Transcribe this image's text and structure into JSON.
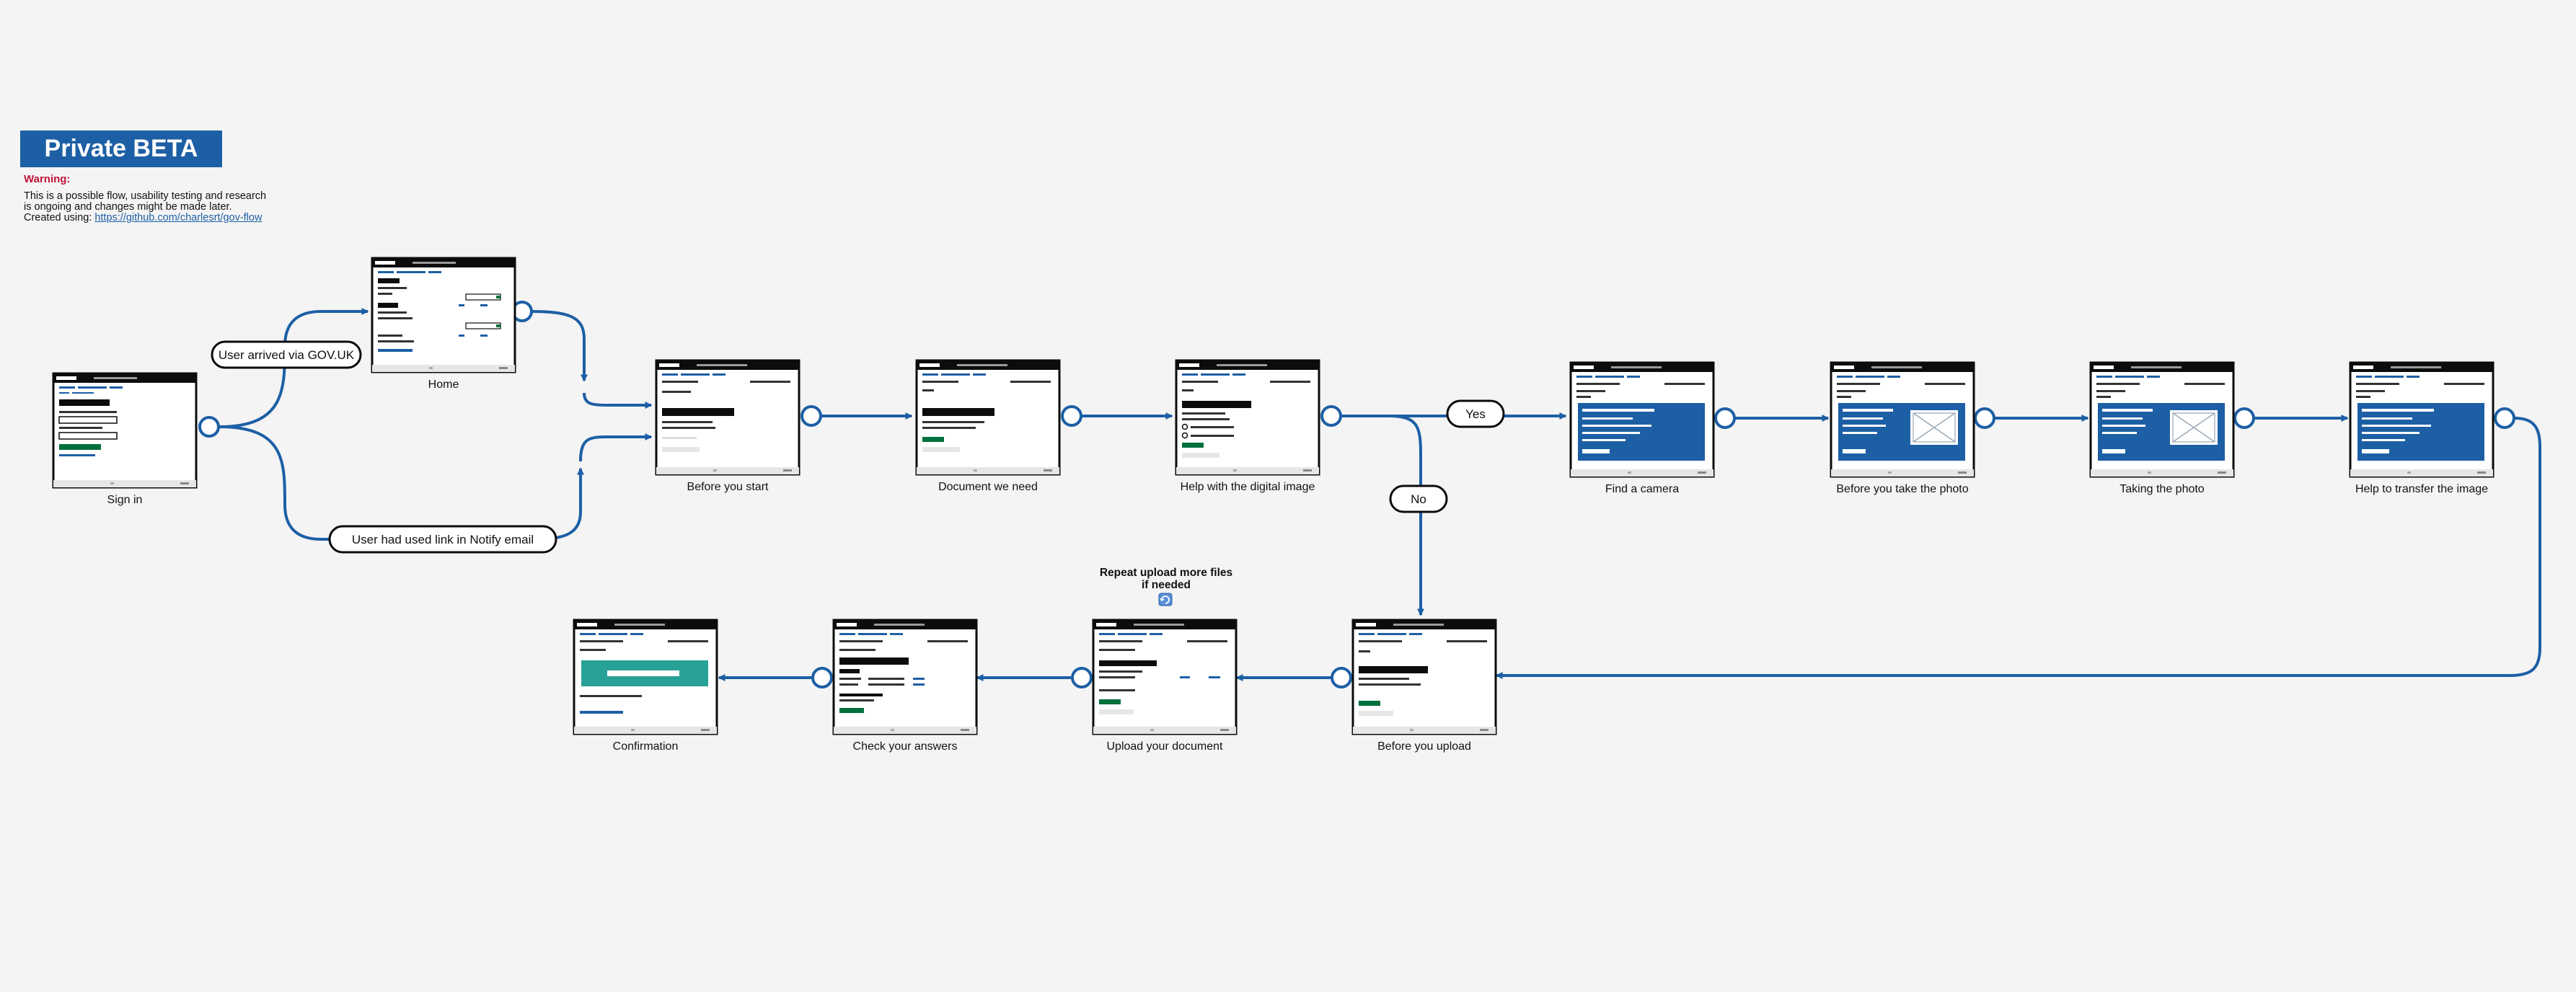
{
  "header": {
    "badge": "Private BETA",
    "warning_title": "Warning:",
    "warning_line1": "This is a possible flow, usability testing and research",
    "warning_line2": "is ongoing and changes might be made later.",
    "created_label": "Created using:",
    "link_text": "https://github.com/charlesrt/gov-flow"
  },
  "screens": [
    {
      "id": "sign-in",
      "label": "Sign in",
      "variant": "signin"
    },
    {
      "id": "home",
      "label": "Home",
      "variant": "home"
    },
    {
      "id": "before-you-start",
      "label": "Before you start",
      "variant": "start"
    },
    {
      "id": "document-we-need",
      "label": "Document we need",
      "variant": "doc"
    },
    {
      "id": "help-digital-image",
      "label": "Help with the digital image",
      "variant": "radios"
    },
    {
      "id": "find-camera",
      "label": "Find a camera",
      "variant": "panel"
    },
    {
      "id": "before-photo",
      "label": "Before you take the photo",
      "variant": "panelimg"
    },
    {
      "id": "taking-photo",
      "label": "Taking the photo",
      "variant": "panelimg"
    },
    {
      "id": "help-transfer",
      "label": "Help to transfer the image",
      "variant": "panel"
    },
    {
      "id": "before-upload",
      "label": "Before you upload",
      "variant": "upload"
    },
    {
      "id": "upload-document",
      "label": "Upload your document",
      "variant": "uploaddoc"
    },
    {
      "id": "check-answers",
      "label": "Check your answers",
      "variant": "check"
    },
    {
      "id": "confirmation",
      "label": "Confirmation",
      "variant": "confirm"
    }
  ],
  "branch_labels": {
    "gov_uk": "User arrived via GOV.UK",
    "notify": "User had used link in Notify email",
    "yes": "Yes",
    "no": "No"
  },
  "repeat_note": {
    "line1": "Repeat upload more files",
    "line2": "if needed"
  },
  "colors": {
    "accent": "#1d5fa5",
    "govuk_black": "#0b0c0c",
    "button_green": "#00703c",
    "confirm_teal": "#28a197",
    "warning_red": "#c0163a"
  }
}
